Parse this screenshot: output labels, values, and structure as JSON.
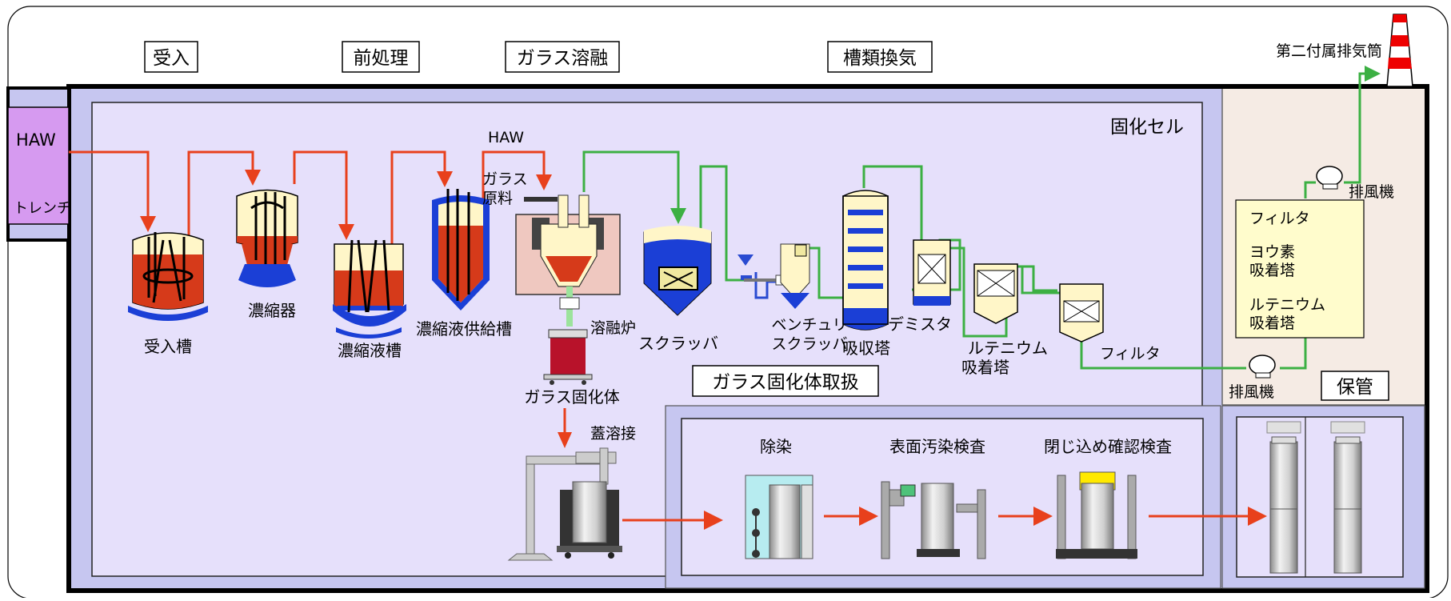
{
  "sections": {
    "receiving": "受入",
    "pretreatment": "前処理",
    "glass_melting": "ガラス溶融",
    "tank_ventilation": "槽類換気",
    "glass_handling": "ガラス固化体取扱",
    "storage": "保管"
  },
  "building": {
    "cell_name": "固化セル",
    "trench_top": "HAW",
    "trench_bottom": "トレンチ",
    "stack_name": "第二付属排気筒"
  },
  "equipment": {
    "receiving_tank": "受入槽",
    "concentrator": "濃縮器",
    "concentrate_tank": "濃縮液槽",
    "concentrate_feed_tank": "濃縮液供給槽",
    "haw_feed": "HAW",
    "glass_raw_material_1": "ガラス",
    "glass_raw_material_2": "原料",
    "melter": "溶融炉",
    "glass_product": "ガラス固化体",
    "lid_welding": "蓋溶接",
    "scrubber": "スクラッバ",
    "venturi_scrubber_1": "ベンチュリ",
    "venturi_scrubber_2": "スクラッバ",
    "absorber": "吸収塔",
    "demister": "デミスタ",
    "ruthenium_adsorber_1": "ルテニウム",
    "ruthenium_adsorber_2": "吸着塔",
    "filter": "フィルタ",
    "exhaust_fan_lower": "排風機",
    "exhaust_fan_upper": "排風機"
  },
  "offgas_unit": {
    "filter": "フィルタ",
    "iodine_1": "ヨウ素",
    "iodine_2": "吸着塔",
    "ruthenium_1": "ルテニウム",
    "ruthenium_2": "吸着塔"
  },
  "handling_steps": {
    "decontamination": "除染",
    "surface_inspection": "表面汚染検査",
    "seal_inspection": "閉じ込め確認検査"
  },
  "colors": {
    "liquid_line": "#e8401c",
    "gas_line": "#3cb043",
    "cell_fill": "#e6e0fb",
    "cell_border": "#c4c4ee",
    "storage_fill": "#f6ebe4",
    "vessel_blue": "#1b3fd6",
    "liquid_red": "#d63a1a"
  }
}
